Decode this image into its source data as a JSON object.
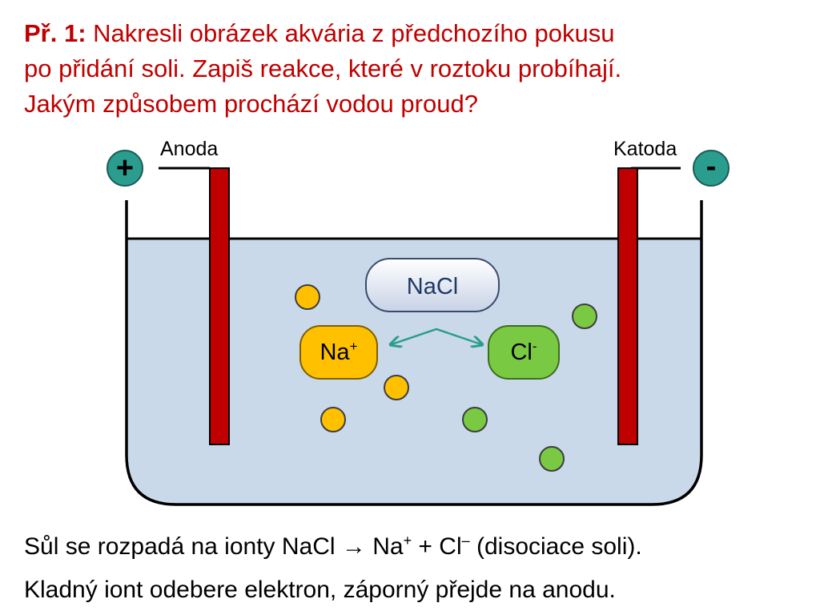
{
  "title": {
    "prefix": "Př. 1:",
    "line1": " Nakresli obrázek akvária z předchozího pokusu",
    "line2": "po přidání soli. Zapiš reakce, které v roztoku probíhají.",
    "line3": "Jakým způsobem prochází vodou proud?"
  },
  "diagram": {
    "anode_label": "Anoda",
    "cathode_label": "Katoda",
    "plus_sign": "+",
    "minus_sign": "-",
    "salt_label": "NaCl",
    "cation_base": "Na",
    "cation_charge": "+",
    "anion_base": "Cl",
    "anion_charge": "-"
  },
  "colors": {
    "title": "#c00000",
    "electrode": "#c00000",
    "terminal": "#2a9d8f",
    "water": "#c9d9ea",
    "cation": "#ffc000",
    "anion": "#7ac943",
    "arrow": "#2a9d8f"
  },
  "footer": {
    "line1_text": "Sůl se rozpadá na ionty  NaCl ",
    "line1_arrow": "→",
    "line1_na": " Na",
    "line1_na_sup": "+",
    "line1_plus": " + Cl",
    "line1_cl_sup": "–",
    "line1_rest": " (disociace soli).",
    "line2": "Kladný iont odebere elektron, záporný přejde na anodu."
  }
}
